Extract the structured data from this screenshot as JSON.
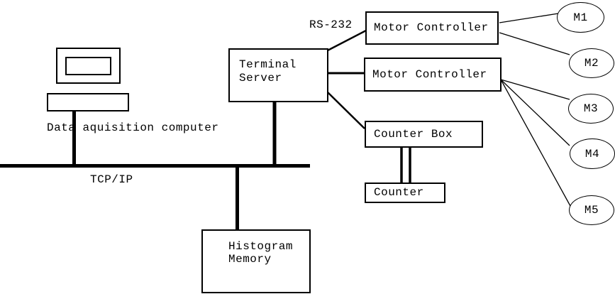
{
  "diagram": {
    "colors": {
      "background": "#ffffff",
      "stroke": "#000000",
      "text": "#000000"
    },
    "nodes": {
      "data_acquisition_computer": {
        "label": "Data aquisition computer"
      },
      "terminal_server": {
        "line1": "Terminal",
        "line2": "Server"
      },
      "motor_controller_1": {
        "label": "Motor Controller"
      },
      "motor_controller_2": {
        "label": "Motor Controller"
      },
      "counter_box": {
        "label": "Counter Box"
      },
      "counter": {
        "label": "Counter"
      },
      "histogram_memory": {
        "line1": "Histogram",
        "line2": "Memory"
      },
      "motors": [
        {
          "label": "M1"
        },
        {
          "label": "M2"
        },
        {
          "label": "M3"
        },
        {
          "label": "M4"
        },
        {
          "label": "M5"
        }
      ]
    },
    "labels": {
      "serial_link": "RS-232",
      "network_bus": "TCP/IP"
    },
    "connections": [
      {
        "from": "data_acquisition_computer",
        "to": "tcp_ip_bus"
      },
      {
        "from": "terminal_server",
        "to": "tcp_ip_bus"
      },
      {
        "from": "histogram_memory",
        "to": "tcp_ip_bus"
      },
      {
        "from": "terminal_server",
        "to": "motor_controller_1",
        "label": "RS-232"
      },
      {
        "from": "terminal_server",
        "to": "motor_controller_2"
      },
      {
        "from": "terminal_server",
        "to": "counter_box"
      },
      {
        "from": "counter_box",
        "to": "counter",
        "style": "double-line"
      },
      {
        "from": "motor_controller_1",
        "to": "M1"
      },
      {
        "from": "motor_controller_1",
        "to": "M2"
      },
      {
        "from": "motor_controller_2",
        "to": "M3"
      },
      {
        "from": "motor_controller_2",
        "to": "M4"
      },
      {
        "from": "motor_controller_2",
        "to": "M5"
      }
    ]
  }
}
